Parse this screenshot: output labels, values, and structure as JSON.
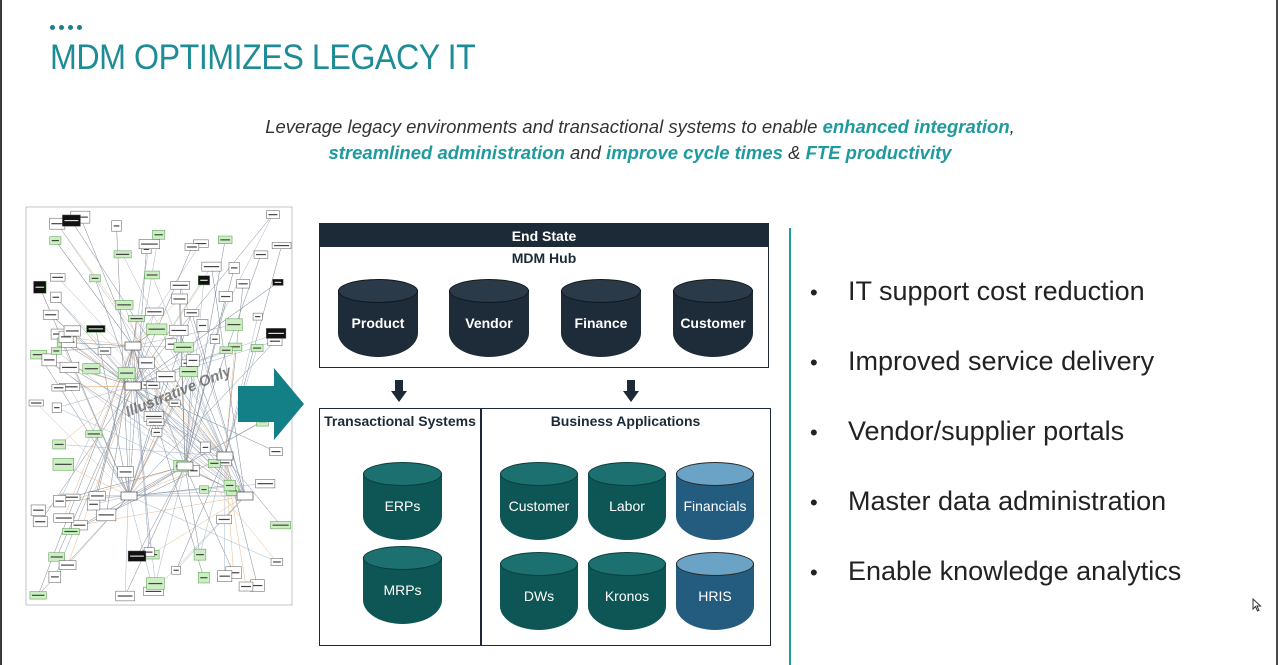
{
  "title": "MDM OPTIMIZES LEGACY IT",
  "subtitle": {
    "line1_a": "Leverage legacy environments and transactional systems to enable ",
    "line1_hl": "enhanced integration",
    "line1_b": ",",
    "line2_hl1": "streamlined administration",
    "line2_a": " and ",
    "line2_hl2": "improve cycle times",
    "line2_b": " & ",
    "line2_hl3": "FTE productivity"
  },
  "network": {
    "watermark": "Illustrative Only"
  },
  "end_state": {
    "header": "End State",
    "hub_title": "MDM Hub",
    "databases": [
      "Product",
      "Vendor",
      "Finance",
      "Customer"
    ]
  },
  "transactional": {
    "title": "Transactional Systems",
    "databases": [
      "ERPs",
      "MRPs"
    ]
  },
  "business_apps": {
    "title": "Business Applications",
    "databases": [
      "Customer",
      "Labor",
      "Financials",
      "DWs",
      "Kronos",
      "HRIS"
    ]
  },
  "bullets": [
    "IT support cost reduction",
    "Improved service delivery",
    "Vendor/supplier portals",
    "Master data administration",
    "Enable knowledge analytics"
  ],
  "colors": {
    "teal": "#1f9a9e",
    "navy": "#1b2a36",
    "dark_teal_db": "#0e5556",
    "blue_db": "#245c80"
  },
  "icons": [
    "bullet-icon",
    "arrow-right-icon",
    "arrow-down-icon",
    "mouse-cursor-icon"
  ]
}
